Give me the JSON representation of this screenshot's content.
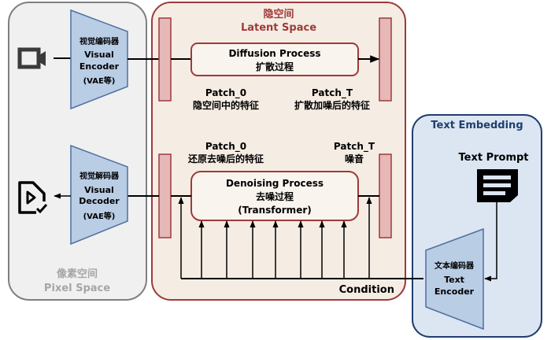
{
  "pixel_space": {
    "title_zh": "像素空间",
    "title_en": "Pixel Space",
    "encoder": {
      "zh": "视觉编码器",
      "en1": "Visual",
      "en2": "Encoder",
      "note": "(VAE等)"
    },
    "decoder": {
      "zh": "视觉解码器",
      "en1": "Visual",
      "en2": "Decoder",
      "note": "(VAE等)"
    },
    "input_icon": "video-camera-icon",
    "output_icon": "video-file-check-icon"
  },
  "latent_space": {
    "title_zh": "隐空间",
    "title_en": "Latent Space",
    "diffusion": {
      "en": "Diffusion Process",
      "zh": "扩散过程"
    },
    "patch0_top": {
      "en": "Patch_0",
      "zh": "隐空间中的特征"
    },
    "patchT_top": {
      "en": "Patch_T",
      "zh": "扩散加噪后的特征"
    },
    "patch0_bottom": {
      "en": "Patch_0",
      "zh": "还原去噪后的特征"
    },
    "patchT_bottom": {
      "en": "Patch_T",
      "zh": "噪音"
    },
    "denoising": {
      "en": "Denoising Process",
      "zh": "去噪过程",
      "note": "(Transformer)"
    },
    "condition_label": "Condition"
  },
  "text_embedding": {
    "title": "Text Embedding",
    "prompt_label": "Text Prompt",
    "prompt_icon": "text-document-icon",
    "encoder": {
      "zh": "文本编码器",
      "en1": "Text",
      "en2": "Encoder"
    }
  },
  "colors": {
    "pixel_bg": "#f0f0f0",
    "pixel_border": "#7f7f7f",
    "latent_bg": "#f5ede3",
    "latent_border": "#9e3a3a",
    "latent_title": "#9e3a3a",
    "patch_fill": "#e6b8b8",
    "text_bg": "#dce6f2",
    "text_border": "#1f3f6e",
    "text_title": "#1f3f6e",
    "encoder_fill": "#b9cde5",
    "encoder_border": "#4f6f9f"
  }
}
